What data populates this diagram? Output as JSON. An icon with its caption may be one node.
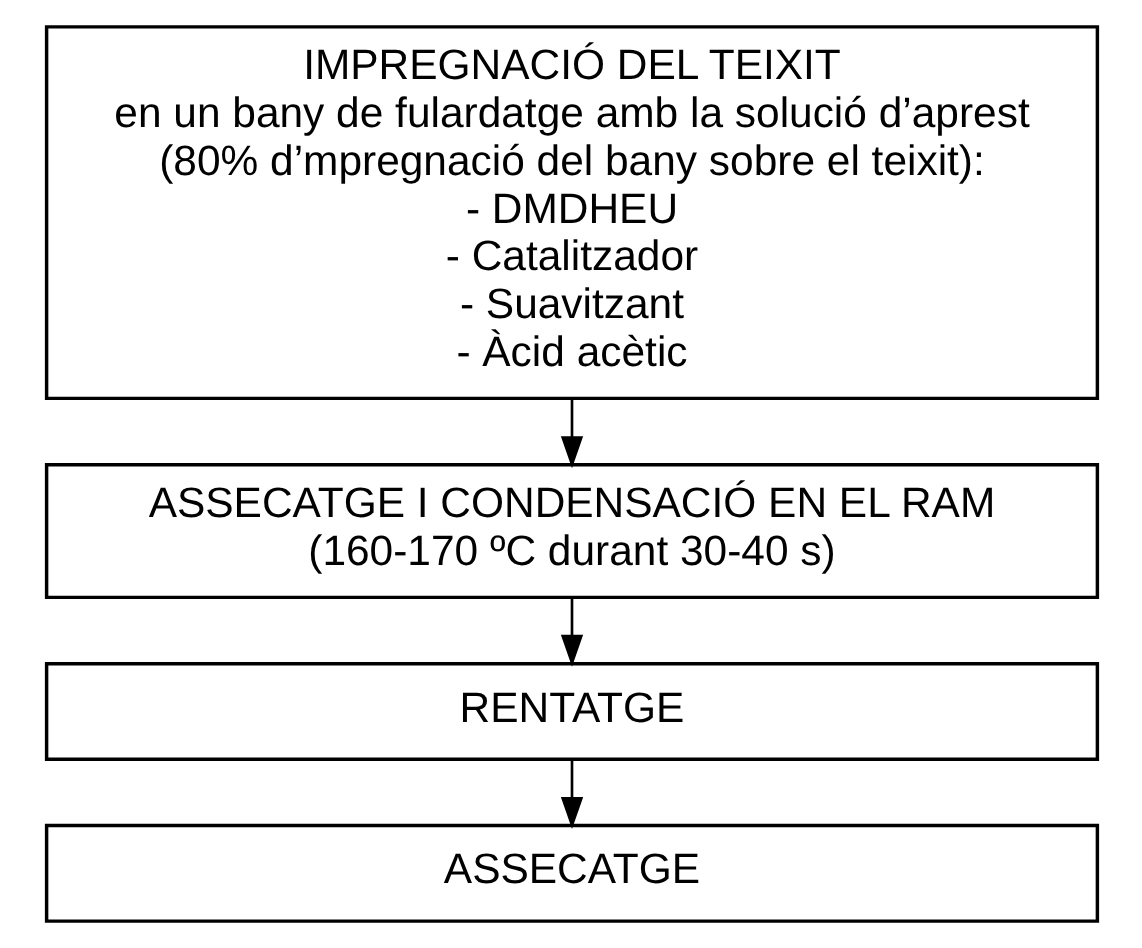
{
  "diagram": {
    "nodes": [
      {
        "text": [
          "IMPREGNACIÓ DEL TEIXIT",
          "en un bany de fulardatge amb la solució d’aprest (80% d’mpregnació del bany sobre el teixit):",
          "- DMDHEU",
          "- Catalitzador",
          "- Suavitzant",
          "- Àcid acètic"
        ]
      },
      {
        "text": [
          "ASSECATGE I CONDENSACIÓ EN EL RAM",
          "(160-170 ºC durant 30-40 s)"
        ]
      },
      {
        "text": [
          "RENTATGE"
        ]
      },
      {
        "text": [
          "ASSECATGE"
        ]
      }
    ],
    "edges": [
      {
        "from": 0,
        "to": 1,
        "arrow": "to"
      },
      {
        "from": 1,
        "to": 2,
        "arrow": "to"
      },
      {
        "from": 2,
        "to": 3,
        "arrow": "to"
      }
    ]
  }
}
